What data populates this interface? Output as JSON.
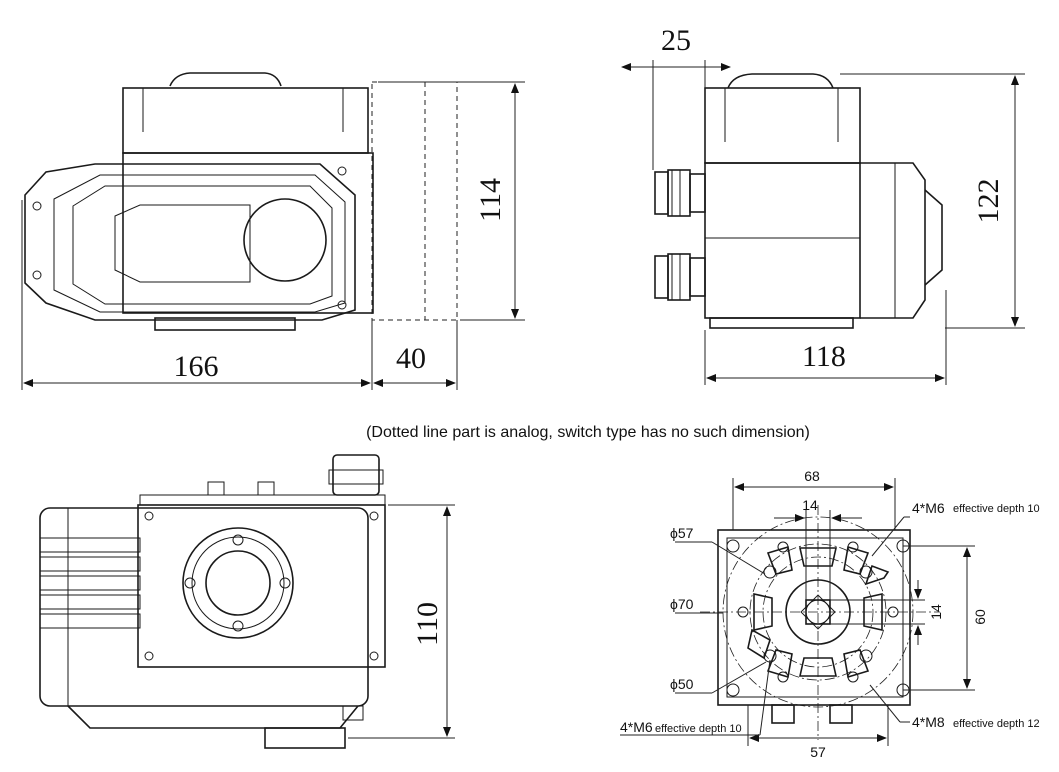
{
  "note": "(Dotted line part is analog, switch type has no such dimension)",
  "front_view": {
    "width": "166",
    "analog_depth": "40",
    "height": "114"
  },
  "side_view": {
    "offset": "25",
    "height": "122",
    "width": "118"
  },
  "bottom_view": {
    "height": "110"
  },
  "flange_view": {
    "width": "68",
    "square_drive": "14",
    "square_drive_v": "14",
    "height": "60",
    "pcd_57": "ϕ57",
    "pcd_70": "ϕ70",
    "pcd_50": "ϕ50",
    "bolt_top_right": "4*M6",
    "bolt_top_right_depth": "effective depth 10",
    "bolt_bottom_left": "4*M6",
    "bolt_bottom_left_depth": "effective depth 10",
    "bolt_bottom_right": "4*M8",
    "bolt_bottom_right_depth": "effective depth 12",
    "bottom_width": "57"
  }
}
